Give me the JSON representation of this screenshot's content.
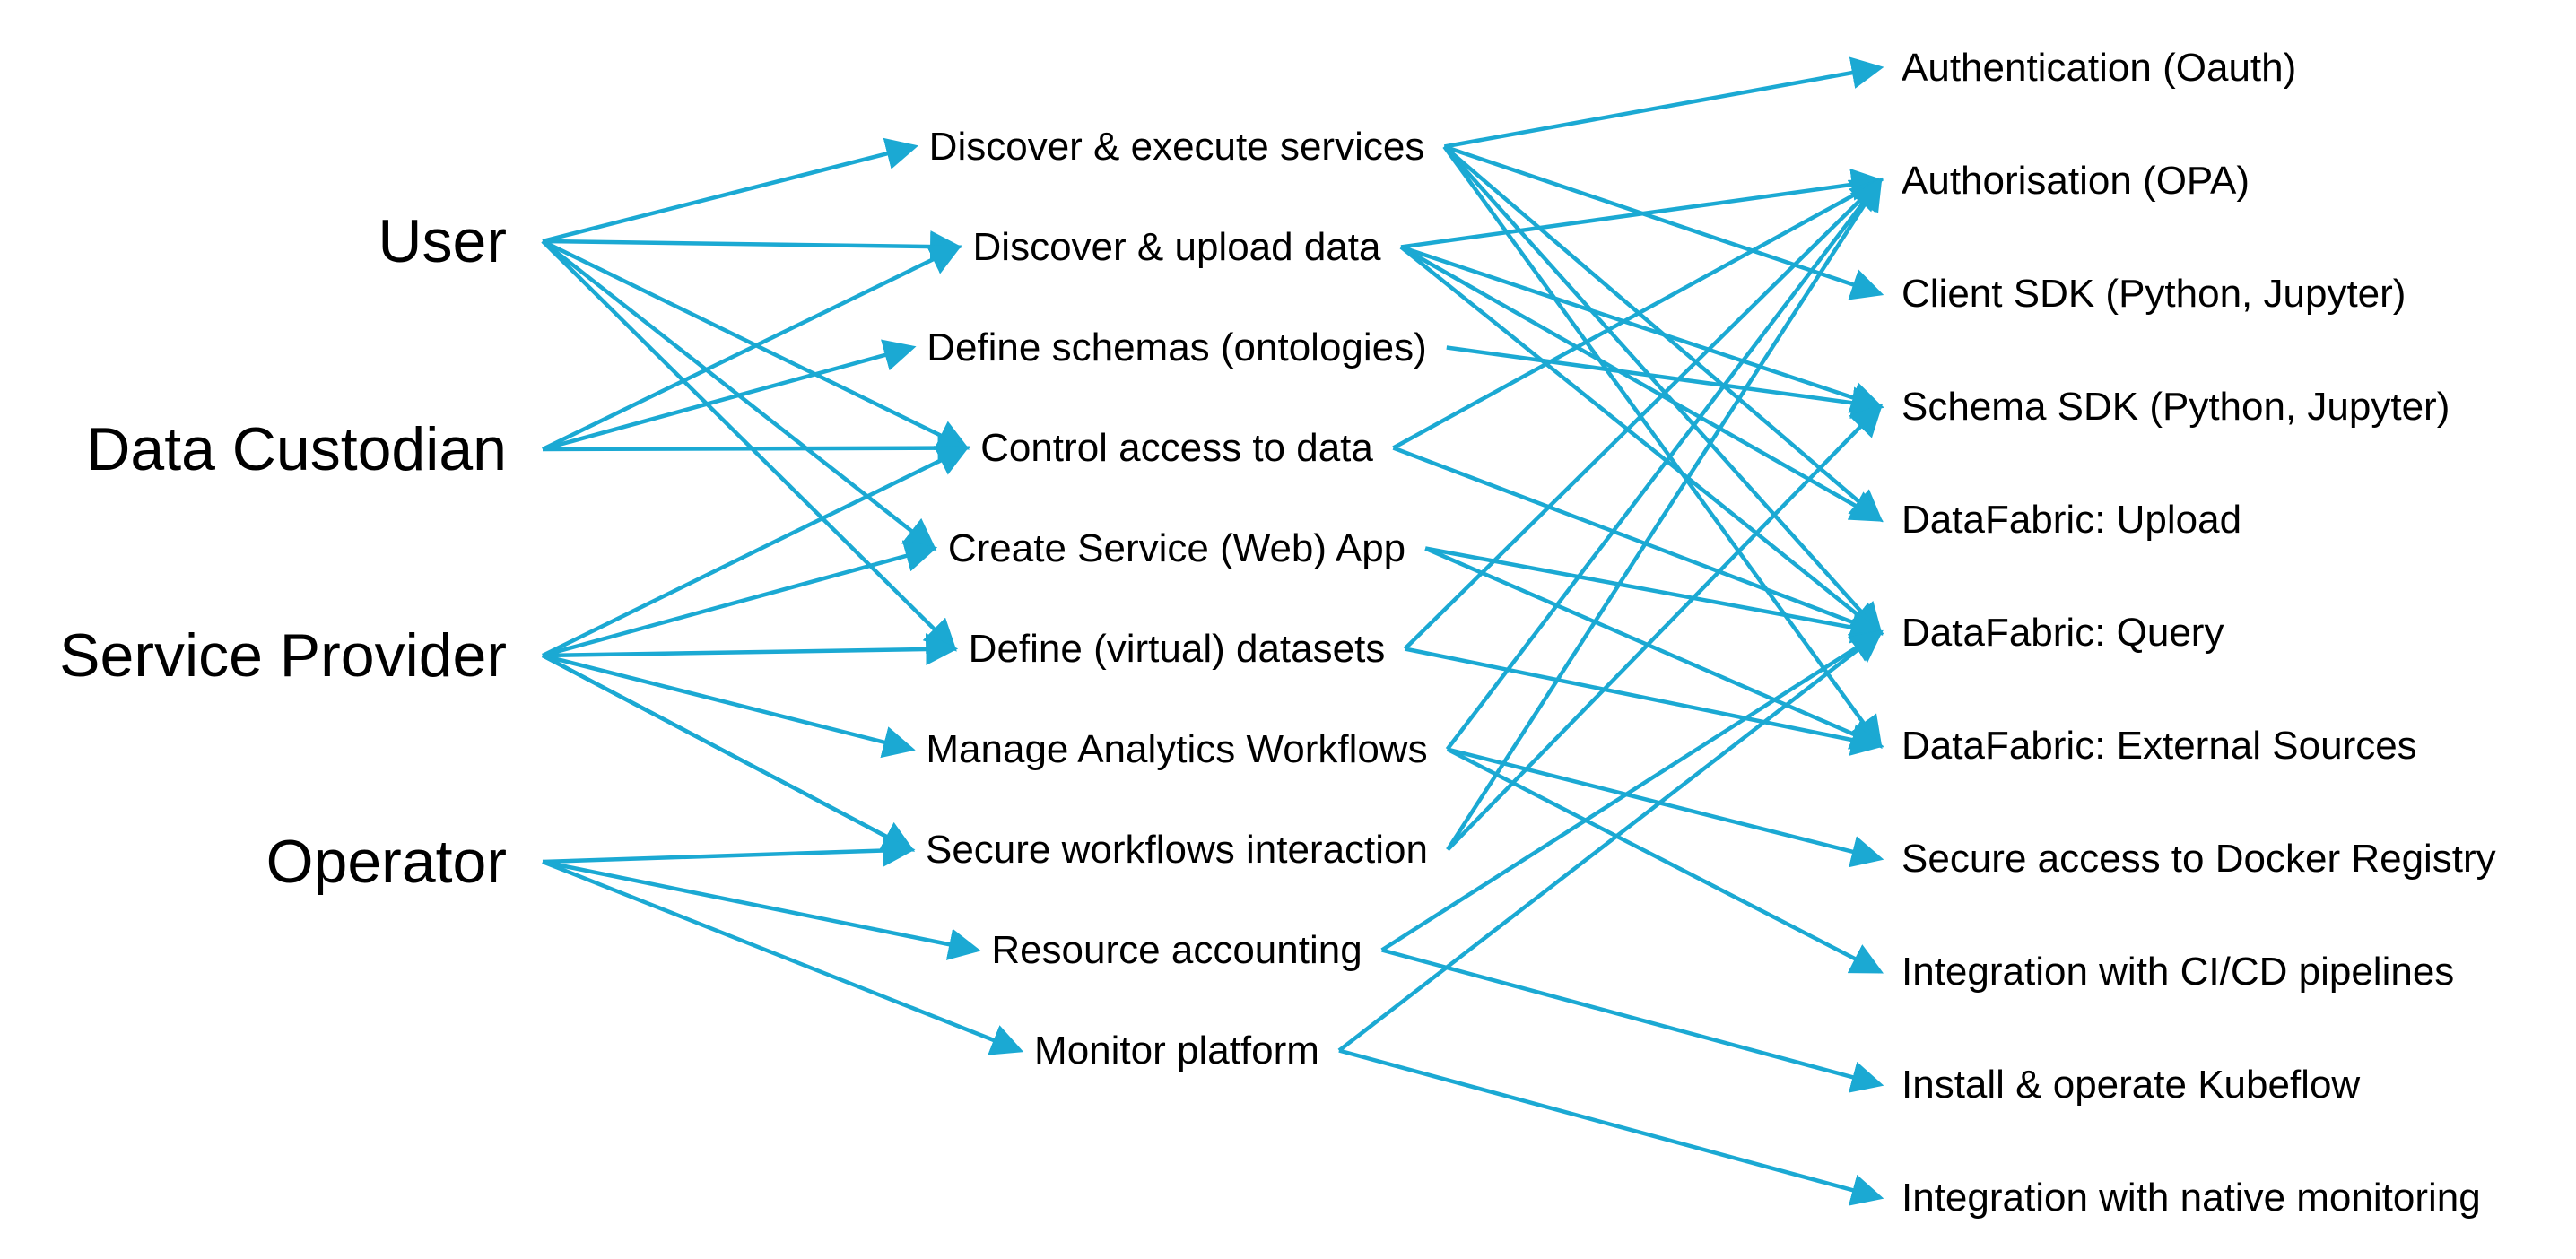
{
  "colors": {
    "edge": "#1BA9D3",
    "text": "#000000",
    "background": "#FFFFFF"
  },
  "actors": [
    {
      "id": "user",
      "label": "User"
    },
    {
      "id": "data-custodian",
      "label": "Data Custodian"
    },
    {
      "id": "service-provider",
      "label": "Service Provider"
    },
    {
      "id": "operator",
      "label": "Operator"
    }
  ],
  "activities": [
    {
      "id": "discover-execute",
      "label": "Discover & execute services"
    },
    {
      "id": "discover-upload",
      "label": "Discover & upload data"
    },
    {
      "id": "define-schemas",
      "label": "Define schemas (ontologies)"
    },
    {
      "id": "control-access",
      "label": "Control access to data"
    },
    {
      "id": "create-service",
      "label": "Create Service (Web) App"
    },
    {
      "id": "define-datasets",
      "label": "Define (virtual) datasets"
    },
    {
      "id": "manage-workflows",
      "label": "Manage Analytics Workflows"
    },
    {
      "id": "secure-workflows",
      "label": "Secure workflows interaction"
    },
    {
      "id": "resource-accounting",
      "label": "Resource accounting"
    },
    {
      "id": "monitor-platform",
      "label": "Monitor platform"
    }
  ],
  "components": [
    {
      "id": "authentication",
      "label": "Authentication (Oauth)"
    },
    {
      "id": "authorisation",
      "label": "Authorisation (OPA)"
    },
    {
      "id": "client-sdk",
      "label": "Client SDK (Python, Jupyter)"
    },
    {
      "id": "schema-sdk",
      "label": "Schema SDK (Python, Jupyter)"
    },
    {
      "id": "df-upload",
      "label": "DataFabric: Upload"
    },
    {
      "id": "df-query",
      "label": "DataFabric: Query"
    },
    {
      "id": "df-external",
      "label": "DataFabric: External Sources"
    },
    {
      "id": "docker-registry",
      "label": "Secure access to Docker Registry"
    },
    {
      "id": "cicd",
      "label": "Integration with CI/CD pipelines"
    },
    {
      "id": "kubeflow",
      "label": "Install & operate Kubeflow"
    },
    {
      "id": "native-monitoring",
      "label": "Integration with native monitoring"
    }
  ],
  "actor_links": [
    [
      "user",
      "discover-execute"
    ],
    [
      "user",
      "discover-upload"
    ],
    [
      "user",
      "control-access"
    ],
    [
      "user",
      "create-service"
    ],
    [
      "user",
      "define-datasets"
    ],
    [
      "data-custodian",
      "discover-upload"
    ],
    [
      "data-custodian",
      "define-schemas"
    ],
    [
      "data-custodian",
      "control-access"
    ],
    [
      "service-provider",
      "control-access"
    ],
    [
      "service-provider",
      "create-service"
    ],
    [
      "service-provider",
      "define-datasets"
    ],
    [
      "service-provider",
      "manage-workflows"
    ],
    [
      "service-provider",
      "secure-workflows"
    ],
    [
      "service-provider",
      "secure-workflows"
    ],
    [
      "operator",
      "secure-workflows"
    ],
    [
      "operator",
      "resource-accounting"
    ],
    [
      "operator",
      "monitor-platform"
    ]
  ],
  "component_links": [
    [
      "discover-execute",
      "authentication"
    ],
    [
      "discover-execute",
      "client-sdk"
    ],
    [
      "discover-execute",
      "df-query"
    ],
    [
      "discover-execute",
      "df-external"
    ],
    [
      "discover-execute",
      "df-upload"
    ],
    [
      "discover-upload",
      "authorisation"
    ],
    [
      "discover-upload",
      "schema-sdk"
    ],
    [
      "discover-upload",
      "df-upload"
    ],
    [
      "discover-upload",
      "df-query"
    ],
    [
      "define-schemas",
      "schema-sdk"
    ],
    [
      "control-access",
      "authorisation"
    ],
    [
      "control-access",
      "df-query"
    ],
    [
      "create-service",
      "df-query"
    ],
    [
      "create-service",
      "df-external"
    ],
    [
      "define-datasets",
      "authorisation"
    ],
    [
      "define-datasets",
      "df-external"
    ],
    [
      "manage-workflows",
      "authorisation"
    ],
    [
      "manage-workflows",
      "docker-registry"
    ],
    [
      "manage-workflows",
      "cicd"
    ],
    [
      "secure-workflows",
      "authorisation"
    ],
    [
      "secure-workflows",
      "schema-sdk"
    ],
    [
      "resource-accounting",
      "df-query"
    ],
    [
      "resource-accounting",
      "kubeflow"
    ],
    [
      "monitor-platform",
      "df-query"
    ],
    [
      "monitor-platform",
      "native-monitoring"
    ]
  ]
}
